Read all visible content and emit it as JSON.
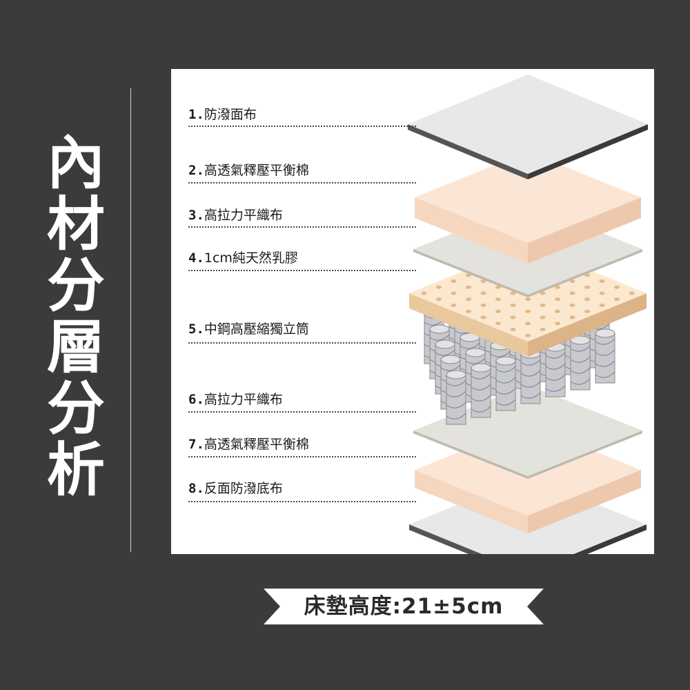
{
  "title": [
    "內",
    "材",
    "分",
    "層",
    "分",
    "析"
  ],
  "layers": [
    {
      "num": "1.",
      "text": "防潑面布"
    },
    {
      "num": "2.",
      "text": "高透氣釋壓平衡棉"
    },
    {
      "num": "3.",
      "text": "高拉力平織布"
    },
    {
      "num": "4.",
      "text": "1cm純天然乳膠"
    },
    {
      "num": "5.",
      "text": "中鋼高壓縮獨立筒"
    },
    {
      "num": "6.",
      "text": "高拉力平織布"
    },
    {
      "num": "7.",
      "text": "高透氣釋壓平衡棉"
    },
    {
      "num": "8.",
      "text": "反面防潑底布"
    }
  ],
  "banner": "床墊高度:21±5cm",
  "colors": {
    "background": "#3d3a3a",
    "fabric": "#e8e8e8",
    "foam": "#fbe6d6",
    "mesh": "#e4e2dc",
    "latex": "#fbe8cf"
  }
}
